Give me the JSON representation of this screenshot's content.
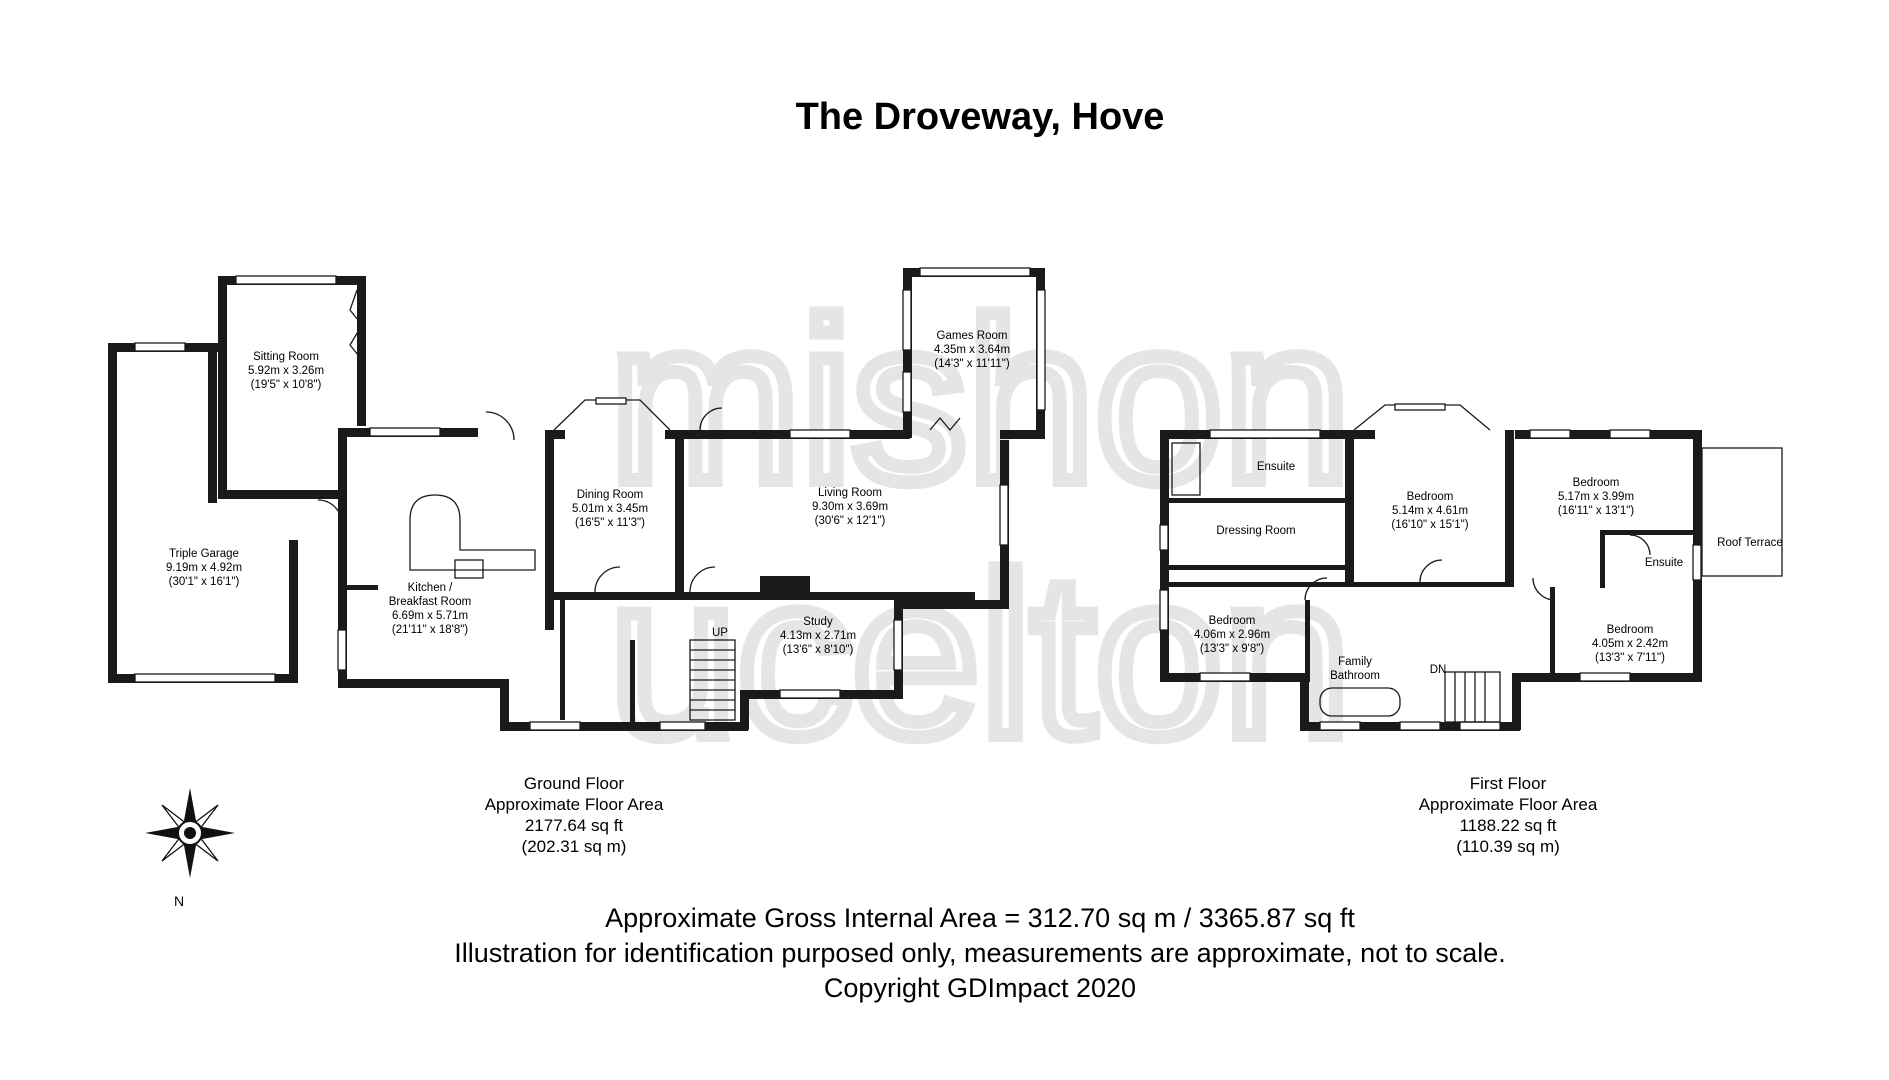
{
  "title": "The Droveway, Hove",
  "ground_floor": {
    "label": "Ground Floor",
    "area_label": "Approximate Floor Area",
    "area_sqft": "2177.64 sq ft",
    "area_sqm": "(202.31 sq m)",
    "rooms": [
      {
        "name": "Sitting Room",
        "metric": "5.92m x 3.26m",
        "imperial": "(19'5\" x 10'8\")"
      },
      {
        "name": "Triple Garage",
        "metric": "9.19m x 4.92m",
        "imperial": "(30'1\" x 16'1\")"
      },
      {
        "name": "Kitchen /",
        "name2": "Breakfast Room",
        "metric": "6.69m x 5.71m",
        "imperial": "(21'11\" x 18'8\")"
      },
      {
        "name": "Dining Room",
        "metric": "5.01m x 3.45m",
        "imperial": "(16'5\" x 11'3\")"
      },
      {
        "name": "Games Room",
        "metric": "4.35m x 3.64m",
        "imperial": "(14'3\" x 11'11\")"
      },
      {
        "name": "Living Room",
        "metric": "9.30m x 3.69m",
        "imperial": "(30'6\" x 12'1\")"
      },
      {
        "name": "Study",
        "metric": "4.13m x 2.71m",
        "imperial": "(13'6\" x 8'10\")"
      }
    ],
    "stairs_label": "UP"
  },
  "first_floor": {
    "label": "First Floor",
    "area_label": "Approximate Floor Area",
    "area_sqft": "1188.22 sq ft",
    "area_sqm": "(110.39 sq m)",
    "rooms": [
      {
        "name": "Ensuite"
      },
      {
        "name": "Dressing Room"
      },
      {
        "name": "Bedroom",
        "metric": "5.14m x 4.61m",
        "imperial": "(16'10\" x 15'1\")"
      },
      {
        "name": "Bedroom",
        "metric": "5.17m x 3.99m",
        "imperial": "(16'11\" x 13'1\")"
      },
      {
        "name": "Roof Terrace"
      },
      {
        "name": "Ensuite"
      },
      {
        "name": "Bedroom",
        "metric": "4.06m x 2.96m",
        "imperial": "(13'3\" x 9'8\")"
      },
      {
        "name": "Family",
        "name2": "Bathroom"
      },
      {
        "name": "Bedroom",
        "metric": "4.05m x 2.42m",
        "imperial": "(13'3\" x 7'11\")"
      }
    ],
    "stairs_label": "DN"
  },
  "compass": {
    "label": "N",
    "icon": "compass-rose-icon"
  },
  "footer": {
    "gross_area": "Approximate Gross Internal Area = 312.70 sq m / 3365.87 sq ft",
    "disclaimer": "Illustration for identification purposed only, measurements are approximate, not to scale.",
    "copyright": "Copyright GDImpact 2020"
  },
  "watermark": {
    "line1": "mishon",
    "line2": "ucelton"
  }
}
